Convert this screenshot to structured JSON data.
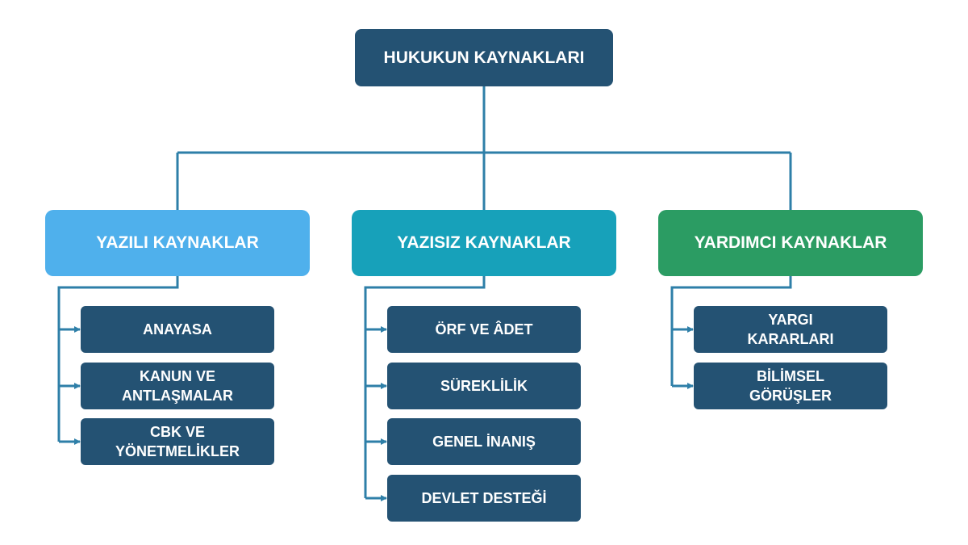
{
  "title": "HUKUKUN KAYNAKLARI",
  "colors": {
    "root": "#245273",
    "leaf": "#245273",
    "connector": "#2e7fa8",
    "written": "#4fb0ec",
    "unwritten": "#17a1ba",
    "auxiliary": "#2b9c63"
  },
  "categories": [
    {
      "label": "YAZILI KAYNAKLAR",
      "items": [
        "ANAYASA",
        "KANUN VE ANTLAŞMALAR",
        "CBK VE YÖNETMELİKLER"
      ]
    },
    {
      "label": "YAZISIZ KAYNAKLAR",
      "items": [
        "ÖRF VE ÂDET",
        "SÜREKLİLİK",
        "GENEL İNANIŞ",
        "DEVLET DESTEĞİ"
      ]
    },
    {
      "label": "YARDIMCI KAYNAKLAR",
      "items": [
        "YARGI KARARLARI",
        "BİLİMSEL GÖRÜŞLER"
      ]
    }
  ]
}
